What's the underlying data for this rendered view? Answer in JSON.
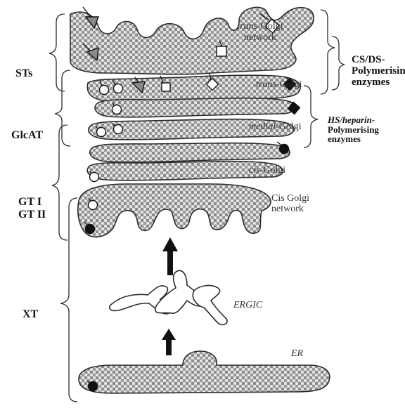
{
  "diagram": {
    "left_labels": {
      "sts": "STs",
      "glcat": "GlcAT",
      "gt1": "GT I",
      "gt2": "GT II",
      "xt": "XT"
    },
    "right_labels": {
      "cs_ds_1": "CS/DS-",
      "cs_ds_2": "Polymerising",
      "cs_ds_3": "enzymes",
      "hs_1": "HS/heparin-",
      "hs_2": "Polymerising",
      "hs_3": "enzymes"
    },
    "compartments": {
      "tgn_prefix": "trans",
      "tgn_suffix": "-Golgi",
      "tgn_line2": "network",
      "trans_prefix": "trans",
      "trans_suffix": "-Golgi",
      "medial_prefix": "medial",
      "medial_suffix": "-Golgi",
      "cis_prefix": "cis",
      "cis_suffix": "-Golgi",
      "cgn_line1": "Cis Golgi",
      "cgn_line2": "network",
      "ergic": "ERGIC",
      "er": "ER"
    },
    "colors": {
      "membrane": "#2b2b2b",
      "hatch_dark": "#7a7a7a",
      "hatch_light": "#e6e6e6",
      "marker_black": "#111111",
      "marker_white": "#ffffff"
    },
    "marker_legend_icons": [
      "white-circle",
      "black-circle",
      "black-diamond",
      "white-square",
      "grey-triangle"
    ]
  }
}
